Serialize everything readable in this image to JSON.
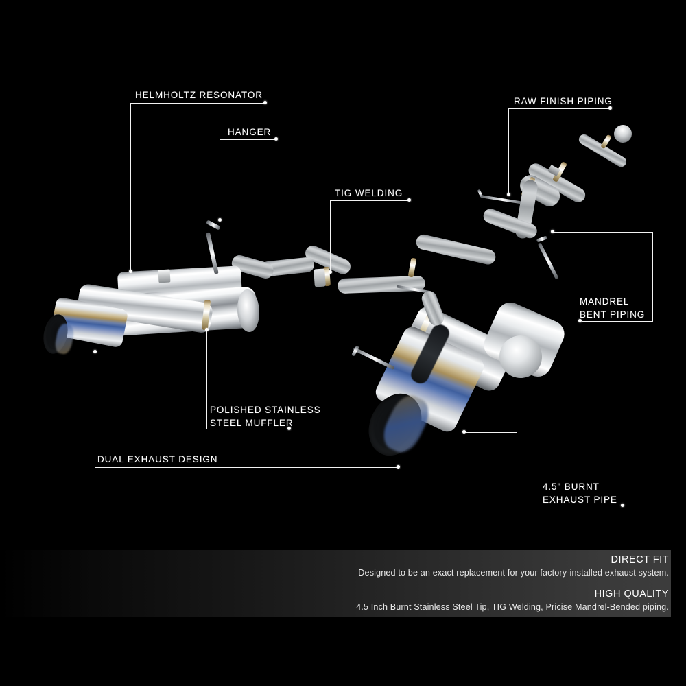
{
  "page": {
    "background_color": "#000000",
    "text_color": "#ffffff",
    "leader_color": "#f2f2f2"
  },
  "callouts": [
    {
      "id": "helmholtz-resonator",
      "label": "HELMHOLTZ RESONATOR",
      "lines": [
        "HELMHOLTZ RESONATOR"
      ]
    },
    {
      "id": "hanger",
      "label": "HANGER",
      "lines": [
        "HANGER"
      ]
    },
    {
      "id": "tig-welding",
      "label": "TIG WELDING",
      "lines": [
        "TIG WELDING"
      ]
    },
    {
      "id": "raw-finish-piping",
      "label": "RAW FINISH PIPING",
      "lines": [
        "RAW FINISH PIPING"
      ]
    },
    {
      "id": "mandrel-bent-piping",
      "label": "MANDREL BENT PIPING",
      "lines": [
        "MANDREL",
        "BENT PIPING"
      ]
    },
    {
      "id": "polished-stainless-steel-muffler",
      "label": "POLISHED STAINLESS STEEL MUFFLER",
      "lines": [
        "POLISHED STAINLESS",
        "STEEL MUFFLER"
      ]
    },
    {
      "id": "dual-exhaust-design",
      "label": "DUAL EXHAUST DESIGN",
      "lines": [
        "DUAL EXHAUST DESIGN"
      ]
    },
    {
      "id": "burnt-exhaust-pipe",
      "label": "4.5\" BURNT EXHAUST PIPE",
      "lines": [
        "4.5\" BURNT",
        "EXHAUST PIPE"
      ]
    }
  ],
  "callout_text": {
    "helmholtz_resonator": "HELMHOLTZ RESONATOR",
    "hanger": "HANGER",
    "tig_welding": "TIG WELDING",
    "raw_finish_piping": "RAW FINISH PIPING",
    "mandrel_line1": "MANDREL",
    "mandrel_line2": "BENT PIPING",
    "muffler_line1": "POLISHED STAINLESS",
    "muffler_line2": "STEEL MUFFLER",
    "dual_exhaust_design": "DUAL EXHAUST DESIGN",
    "burnt_line1": "4.5\" BURNT",
    "burnt_line2": "EXHAUST PIPE"
  },
  "footer": {
    "features": [
      {
        "heading": "DIRECT FIT",
        "description": "Designed to be an exact replacement for your factory-installed exhaust system."
      },
      {
        "heading": "HIGH QUALITY",
        "description": "4.5 Inch Burnt Stainless Steel Tip, TIG Welding, Pricise Mandrel-Bended piping."
      }
    ],
    "direct_fit_heading": "DIRECT FIT",
    "direct_fit_desc": "Designed to be an exact replacement for your factory-installed exhaust system.",
    "high_quality_heading": "HIGH QUALITY",
    "high_quality_desc": "4.5 Inch Burnt Stainless Steel Tip, TIG Welding, Pricise Mandrel-Bended piping."
  },
  "product": {
    "name": "Cat-back dual exhaust system",
    "finish_colors": {
      "polished_chrome": "#ffffff",
      "raw_stainless": "#b5b9bb",
      "burnt_blue": "#3f5f9e",
      "burnt_gold": "#a88f5a",
      "clamp_ring": "#cfc29c"
    }
  }
}
